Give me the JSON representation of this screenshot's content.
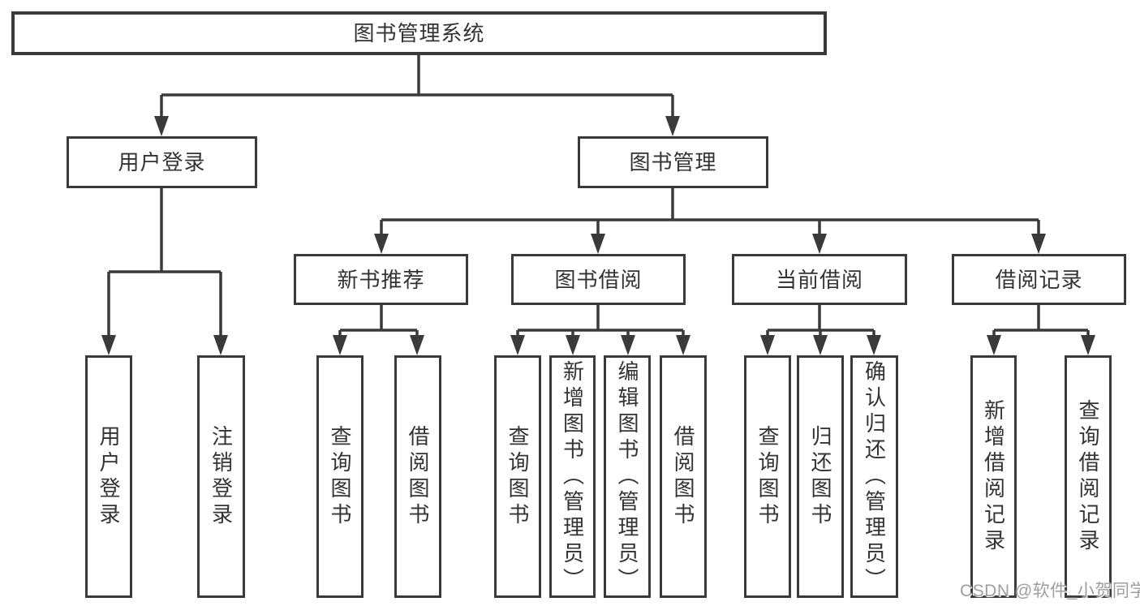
{
  "diagram_title": "图书管理系统",
  "colors": {
    "line": "#3a3a3a",
    "node_border": "#3a3a3a",
    "node_text": "#333333",
    "background": "#ffffff",
    "watermark_text_color": "#9e9e9e"
  },
  "watermark": {
    "text": "CSDN @软件_小贺同学"
  },
  "nodes": {
    "root": {
      "label": "图书管理系统"
    },
    "level2": [
      {
        "label": "用户登录"
      },
      {
        "label": "图书管理"
      }
    ],
    "level3": [
      {
        "label": "新书推荐",
        "parent": "图书管理"
      },
      {
        "label": "图书借阅",
        "parent": "图书管理"
      },
      {
        "label": "当前借阅",
        "parent": "图书管理"
      },
      {
        "label": "借阅记录",
        "parent": "图书管理"
      }
    ],
    "leaves": [
      {
        "label": "用户登录",
        "parent": "用户登录"
      },
      {
        "label": "注销登录",
        "parent": "用户登录"
      },
      {
        "label": "查询图书",
        "parent": "新书推荐"
      },
      {
        "label": "借阅图书",
        "parent": "新书推荐"
      },
      {
        "label": "查询图书",
        "parent": "图书借阅"
      },
      {
        "label": "新增图书（管理员）",
        "parent": "图书借阅"
      },
      {
        "label": "编辑图书（管理员）",
        "parent": "图书借阅"
      },
      {
        "label": "借阅图书",
        "parent": "图书借阅"
      },
      {
        "label": "查询图书",
        "parent": "当前借阅"
      },
      {
        "label": "归还图书",
        "parent": "当前借阅"
      },
      {
        "label": "确认归还（管理员）",
        "parent": "当前借阅"
      },
      {
        "label": "新增借阅记录",
        "parent": "借阅记录"
      },
      {
        "label": "查询借阅记录",
        "parent": "借阅记录"
      }
    ]
  }
}
